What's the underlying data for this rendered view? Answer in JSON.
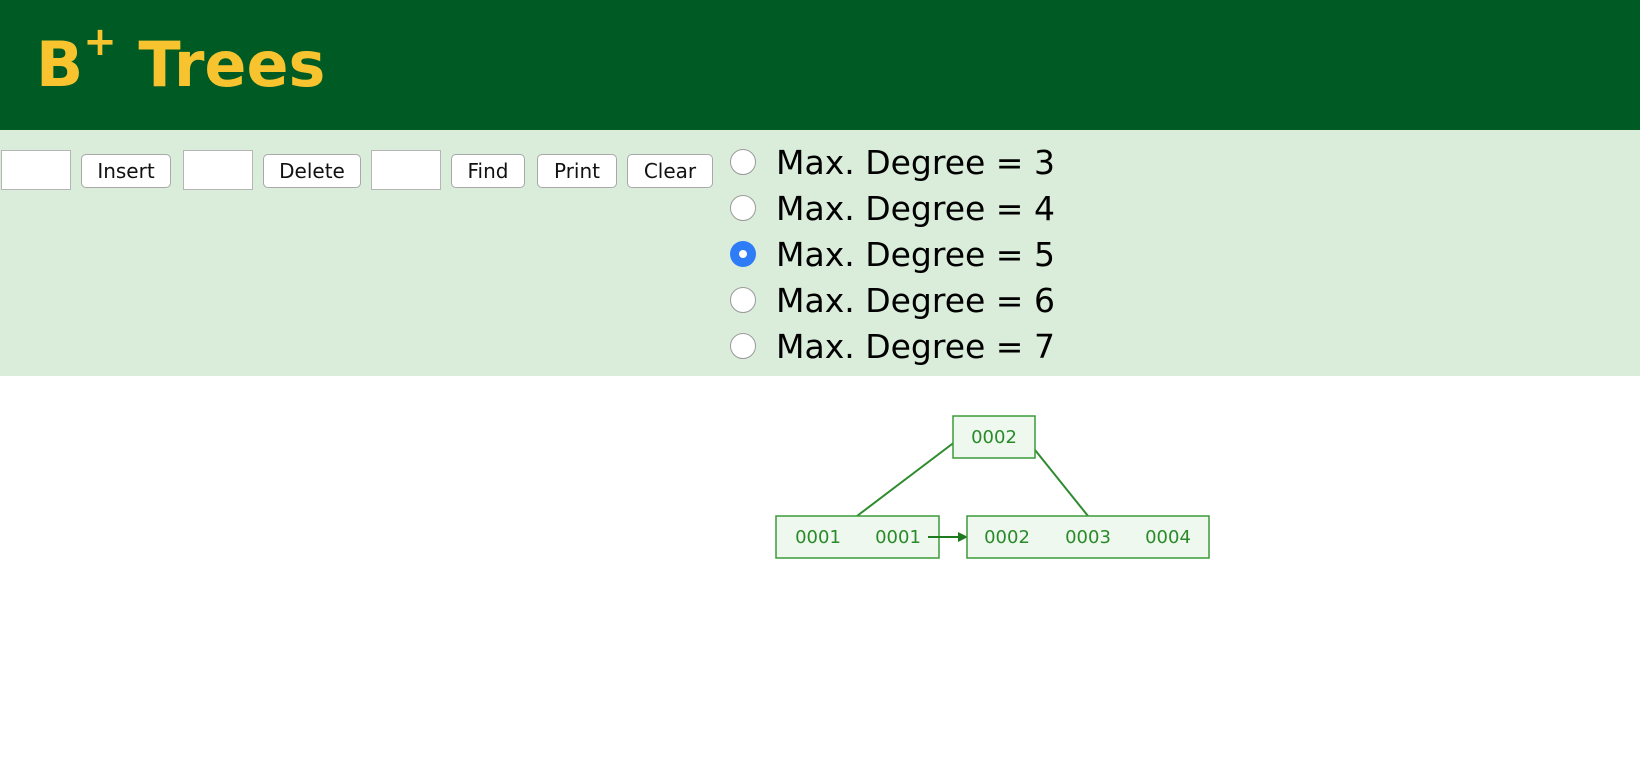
{
  "header": {
    "title_main": "B",
    "title_sup": "+",
    "title_rest": " Trees"
  },
  "toolbar": {
    "insert_value": "",
    "insert_label": "Insert",
    "delete_value": "",
    "delete_label": "Delete",
    "find_value": "",
    "find_label": "Find",
    "print_label": "Print",
    "clear_label": "Clear"
  },
  "degree_options": [
    {
      "label": "Max. Degree = 3",
      "checked": false
    },
    {
      "label": "Max. Degree = 4",
      "checked": false
    },
    {
      "label": "Max. Degree = 5",
      "checked": true
    },
    {
      "label": "Max. Degree = 6",
      "checked": false
    },
    {
      "label": "Max. Degree = 7",
      "checked": false
    }
  ],
  "tree": {
    "root": {
      "keys": [
        "0002"
      ]
    },
    "leaves": [
      {
        "keys": [
          "0001",
          "0001"
        ]
      },
      {
        "keys": [
          "0002",
          "0003",
          "0004"
        ]
      }
    ]
  },
  "colors": {
    "header_bg": "#005a23",
    "title_color": "#f7c32e",
    "toolbar_bg": "#daecda",
    "radio_checked": "#2f7df6",
    "node_stroke": "#3c9a3c",
    "node_fill": "#eef8ee",
    "edge_color": "#2e8b2e"
  }
}
